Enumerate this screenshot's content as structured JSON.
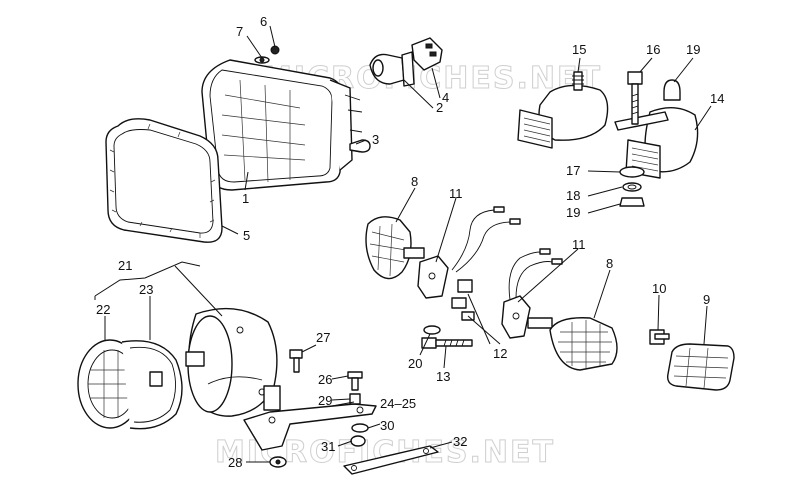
{
  "watermark": {
    "top": "MICROFICHES.NET",
    "bottom": "MICROFICHES.NET"
  },
  "callouts": [
    {
      "id": "c1",
      "label": "1"
    },
    {
      "id": "c2",
      "label": "2"
    },
    {
      "id": "c3",
      "label": "3"
    },
    {
      "id": "c4",
      "label": "4"
    },
    {
      "id": "c5",
      "label": "5"
    },
    {
      "id": "c6",
      "label": "6"
    },
    {
      "id": "c7",
      "label": "7"
    },
    {
      "id": "c8a",
      "label": "8"
    },
    {
      "id": "c8b",
      "label": "8"
    },
    {
      "id": "c9",
      "label": "9"
    },
    {
      "id": "c10",
      "label": "10"
    },
    {
      "id": "c11a",
      "label": "11"
    },
    {
      "id": "c11b",
      "label": "11"
    },
    {
      "id": "c12",
      "label": "12"
    },
    {
      "id": "c13",
      "label": "13"
    },
    {
      "id": "c14",
      "label": "14"
    },
    {
      "id": "c15",
      "label": "15"
    },
    {
      "id": "c16",
      "label": "16"
    },
    {
      "id": "c17",
      "label": "17"
    },
    {
      "id": "c18",
      "label": "18"
    },
    {
      "id": "c19a",
      "label": "19"
    },
    {
      "id": "c19b",
      "label": "19"
    },
    {
      "id": "c20",
      "label": "20"
    },
    {
      "id": "c21",
      "label": "21"
    },
    {
      "id": "c22",
      "label": "22"
    },
    {
      "id": "c23",
      "label": "23"
    },
    {
      "id": "c24",
      "label": "24–25"
    },
    {
      "id": "c26",
      "label": "26"
    },
    {
      "id": "c27",
      "label": "27"
    },
    {
      "id": "c28",
      "label": "28"
    },
    {
      "id": "c29",
      "label": "29"
    },
    {
      "id": "c30",
      "label": "30"
    },
    {
      "id": "c31",
      "label": "31"
    },
    {
      "id": "c32",
      "label": "32"
    }
  ]
}
